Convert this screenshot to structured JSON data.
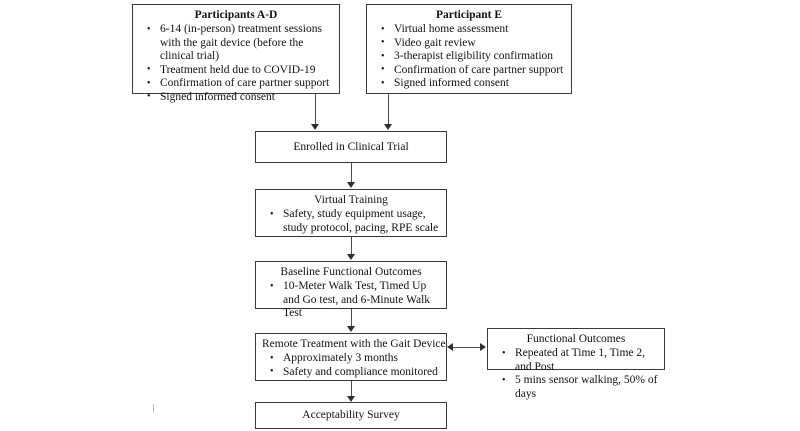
{
  "diagram": {
    "title": "Clinical trial participant flow diagram",
    "colors": {
      "box_border": "#3a3a3a",
      "connector": "#4a4a4a",
      "arrowhead": "#2f2f2f",
      "background": "#ffffff",
      "text": "#111111"
    },
    "nodes": [
      {
        "id": "participants-a-d",
        "title": "Participants A-D",
        "title_bold": true,
        "bullets": [
          "6-14 (in-person) treatment sessions with the gait device (before the clinical trial)",
          "Treatment held due to COVID-19",
          "Confirmation of care partner support",
          "Signed informed consent"
        ]
      },
      {
        "id": "participant-e",
        "title": "Participant E",
        "title_bold": true,
        "bullets": [
          "Virtual home assessment",
          "Video gait review",
          "3-therapist eligibility confirmation",
          "Confirmation of care partner support",
          "Signed informed consent"
        ]
      },
      {
        "id": "enrolled-in-clinical-trial",
        "title": "Enrolled in Clinical Trial",
        "title_bold": false,
        "bullets": []
      },
      {
        "id": "virtual-training",
        "title": "Virtual Training",
        "title_bold": false,
        "bullets": [
          "Safety, study equipment usage, study protocol, pacing, RPE scale"
        ]
      },
      {
        "id": "baseline-functional-outcomes",
        "title": "Baseline Functional Outcomes",
        "title_bold": false,
        "bullets": [
          "10-Meter Walk Test, Timed Up and Go test, and 6-Minute Walk Test"
        ]
      },
      {
        "id": "remote-treatment",
        "title": "Remote Treatment with the Gait Device",
        "title_bold": false,
        "bullets": [
          "Approximately 3 months",
          "Safety and compliance monitored"
        ]
      },
      {
        "id": "functional-outcomes",
        "title": "Functional Outcomes",
        "title_bold": false,
        "bullets": [
          "Repeated at Time 1, Time 2, and Post",
          "5 mins sensor walking, 50% of days"
        ]
      },
      {
        "id": "acceptability-survey",
        "title": "Acceptability Survey",
        "title_bold": false,
        "bullets": []
      }
    ],
    "edges": [
      {
        "id": "edge-a-d-to-enrolled",
        "from": "participants-a-d",
        "to": "enrolled-in-clinical-trial",
        "style": "single-arrow-down"
      },
      {
        "id": "edge-e-to-enrolled",
        "from": "participant-e",
        "to": "enrolled-in-clinical-trial",
        "style": "single-arrow-down"
      },
      {
        "id": "edge-enrolled-to-virtual-training",
        "from": "enrolled-in-clinical-trial",
        "to": "virtual-training",
        "style": "single-arrow-down"
      },
      {
        "id": "edge-virtual-training-to-baseline",
        "from": "virtual-training",
        "to": "baseline-functional-outcomes",
        "style": "single-arrow-down"
      },
      {
        "id": "edge-baseline-to-remote-treatment",
        "from": "baseline-functional-outcomes",
        "to": "remote-treatment",
        "style": "single-arrow-down"
      },
      {
        "id": "edge-remote-treatment-to-functional-outcomes",
        "from": "remote-treatment",
        "to": "functional-outcomes",
        "style": "double-arrow-horizontal"
      },
      {
        "id": "edge-remote-treatment-to-acceptability",
        "from": "remote-treatment",
        "to": "acceptability-survey",
        "style": "single-arrow-down"
      }
    ]
  }
}
